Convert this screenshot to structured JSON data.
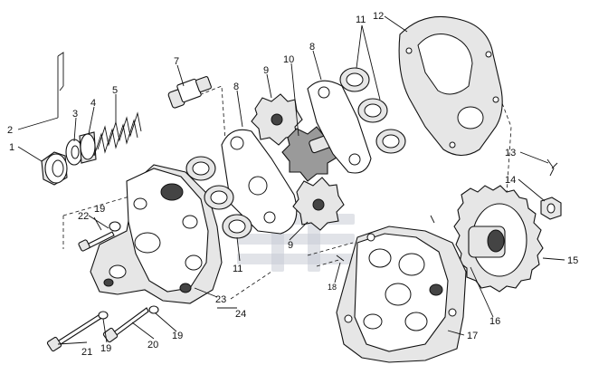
{
  "diagram": {
    "callouts": [
      "1",
      "2",
      "3",
      "4",
      "5",
      "7",
      "8",
      "9",
      "10",
      "8",
      "11",
      "12",
      "13",
      "14",
      "15",
      "16",
      "17",
      "18",
      "19",
      "19",
      "19",
      "20",
      "21",
      "22",
      "23",
      "24",
      "11",
      "9"
    ],
    "watermark_icon": "brand-logo-watermark"
  }
}
